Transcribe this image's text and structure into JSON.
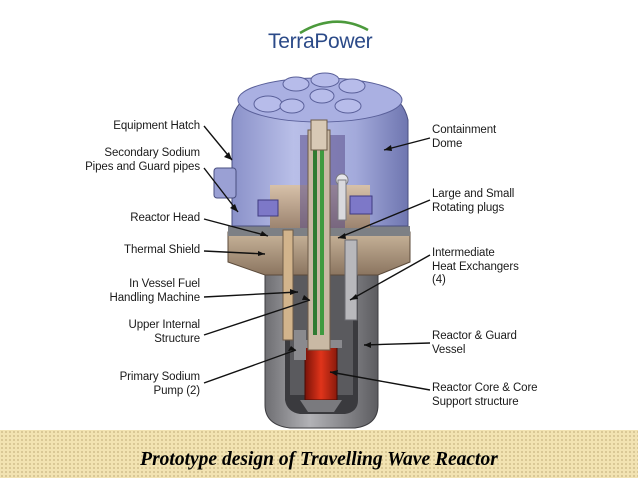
{
  "logo": {
    "text": "TerraPower"
  },
  "labels_left": [
    {
      "id": "equipment-hatch",
      "lines": [
        "Equipment Hatch"
      ]
    },
    {
      "id": "secondary-sodium",
      "lines": [
        "Secondary Sodium",
        "Pipes and Guard pipes"
      ]
    },
    {
      "id": "reactor-head",
      "lines": [
        "Reactor Head"
      ]
    },
    {
      "id": "thermal-shield",
      "lines": [
        "Thermal Shield"
      ]
    },
    {
      "id": "fuel-handling",
      "lines": [
        "In Vessel Fuel",
        "Handling Machine"
      ]
    },
    {
      "id": "upper-internal",
      "lines": [
        "Upper Internal",
        "Structure"
      ]
    },
    {
      "id": "primary-pump",
      "lines": [
        "Primary Sodium",
        "Pump (2)"
      ]
    }
  ],
  "labels_right": [
    {
      "id": "containment-dome",
      "lines": [
        "Containment",
        "Dome"
      ]
    },
    {
      "id": "rotating-plugs",
      "lines": [
        "Large and Small",
        "Rotating plugs"
      ]
    },
    {
      "id": "heat-exchangers",
      "lines": [
        "Intermediate",
        "Heat Exchangers",
        "(4)"
      ]
    },
    {
      "id": "guard-vessel",
      "lines": [
        "Reactor & Guard",
        "Vessel"
      ]
    },
    {
      "id": "core-support",
      "lines": [
        "Reactor Core & Core",
        "Support structure"
      ]
    }
  ],
  "caption": "Prototype design of Travelling Wave Reactor"
}
